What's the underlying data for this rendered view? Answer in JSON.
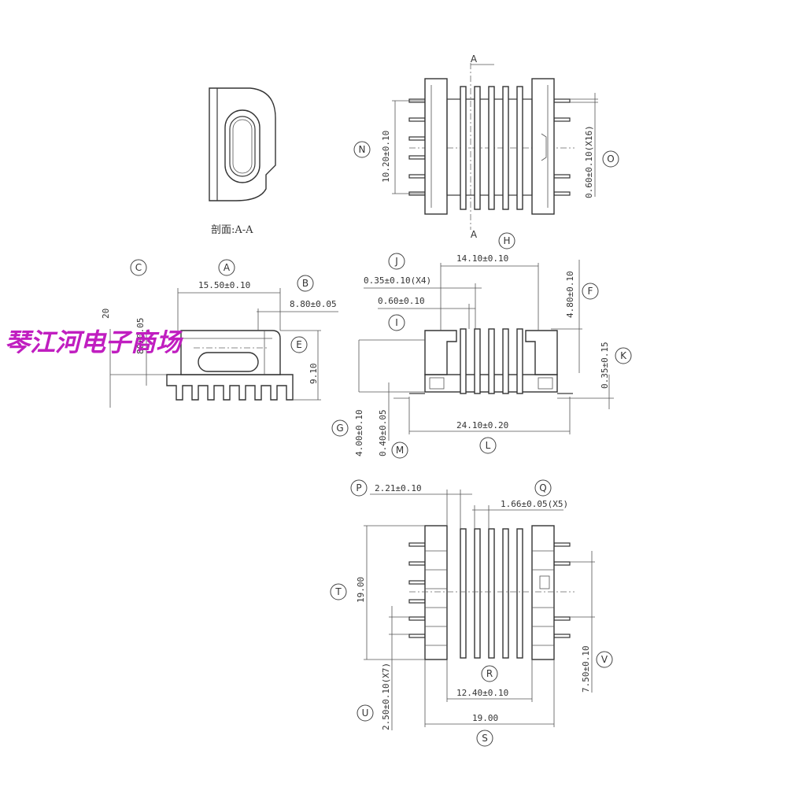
{
  "watermark": "琴江河电子商场",
  "section_caption": "剖面:A-A",
  "section_markers": [
    "A",
    "A"
  ],
  "labels": {
    "A": "A",
    "B": "B",
    "C": "C",
    "E": "E",
    "F": "F",
    "G": "G",
    "H": "H",
    "I": "I",
    "J": "J",
    "K": "K",
    "L": "L",
    "M": "M",
    "N": "N",
    "O": "O",
    "P": "P",
    "Q": "Q",
    "R": "R",
    "S": "S",
    "T": "T",
    "U": "U",
    "V": "V"
  },
  "dimensions": {
    "A": "15.50±0.10",
    "B": "8.80±0.05",
    "C": "80±0.05",
    "C2": "20",
    "E": "9.10",
    "F": "4.80±0.10",
    "G": "4.00±0.10",
    "H": "14.10±0.10",
    "I": "0.60±0.10",
    "J": "0.35±0.10(X4)",
    "K": "0.35±0.15",
    "L": "24.10±0.20",
    "M": "0.40±0.05",
    "N": "10.20±0.10",
    "O": "0.60±0.10(X16)",
    "P": "2.21±0.10",
    "Q": "1.66±0.05(X5)",
    "R": "12.40±0.10",
    "S": "19.00",
    "T": "19.00",
    "U": "2.50±0.10(X7)",
    "V": "7.50±0.10"
  }
}
